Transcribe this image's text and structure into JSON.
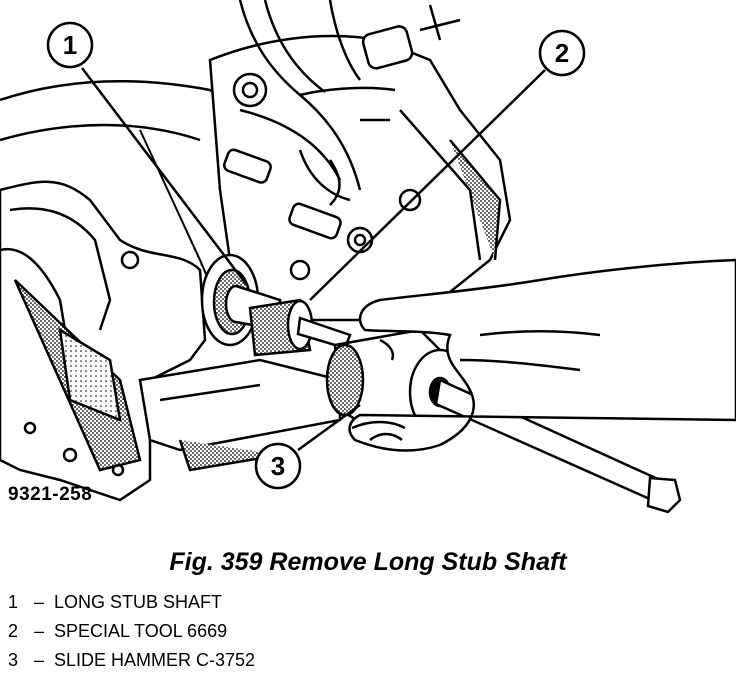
{
  "figure": {
    "id_label": "9321-258",
    "callouts": [
      {
        "number": "1"
      },
      {
        "number": "2"
      },
      {
        "number": "3"
      }
    ]
  },
  "caption": "Fig. 359 Remove Long Stub Shaft",
  "legend": [
    {
      "number": "1",
      "separator": "–",
      "text": "LONG STUB SHAFT"
    },
    {
      "number": "2",
      "separator": "–",
      "text": "SPECIAL TOOL 6669"
    },
    {
      "number": "3",
      "separator": "–",
      "text": "SLIDE HAMMER C-3752"
    }
  ]
}
